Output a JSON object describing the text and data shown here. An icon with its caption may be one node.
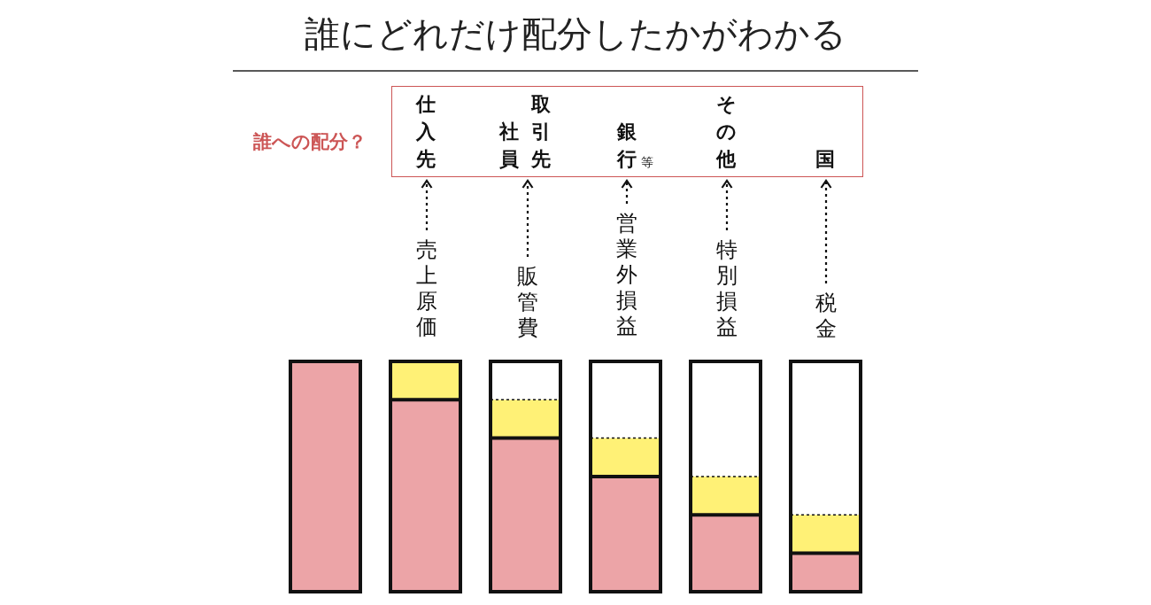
{
  "diagram": {
    "title": "誰にどれだけ配分したかがわかる",
    "nodes": [
      {
        "text": [
          "誰への配分？"
        ]
      },
      {
        "text": [
          "仕入先"
        ],
        "in": 0
      },
      {
        "text": [
          "社員"
        ],
        "in": 0
      },
      {
        "text": [
          "取引先"
        ],
        "in": 0
      },
      {
        "text": [
          "銀行"
        ],
        "in": 0,
        "beside": [
          "等"
        ]
      },
      {
        "text": [
          "その他"
        ],
        "in": 0
      },
      {
        "text": [
          "国"
        ],
        "in": 0
      },
      {
        "text": [
          "売上原価"
        ]
      },
      {
        "text": [
          "販管費"
        ]
      },
      {
        "text": [
          "営業外損益"
        ]
      },
      {
        "text": [
          "特別損益"
        ]
      },
      {
        "text": [
          "税金"
        ]
      }
    ],
    "edges": [
      {
        "from": 7,
        "to": 1,
        "arrow": "to",
        "style": "dashed"
      },
      {
        "from": 8,
        "to": 2,
        "arrow": "to",
        "style": "dashed"
      },
      {
        "from": 8,
        "to": 3,
        "arrow": "to",
        "style": "dashed"
      },
      {
        "from": 9,
        "to": 4,
        "arrow": "to",
        "style": "dashed"
      },
      {
        "from": 10,
        "to": 5,
        "arrow": "to",
        "style": "dashed"
      },
      {
        "from": 11,
        "to": 6,
        "arrow": "to",
        "style": "dashed"
      }
    ]
  }
}
